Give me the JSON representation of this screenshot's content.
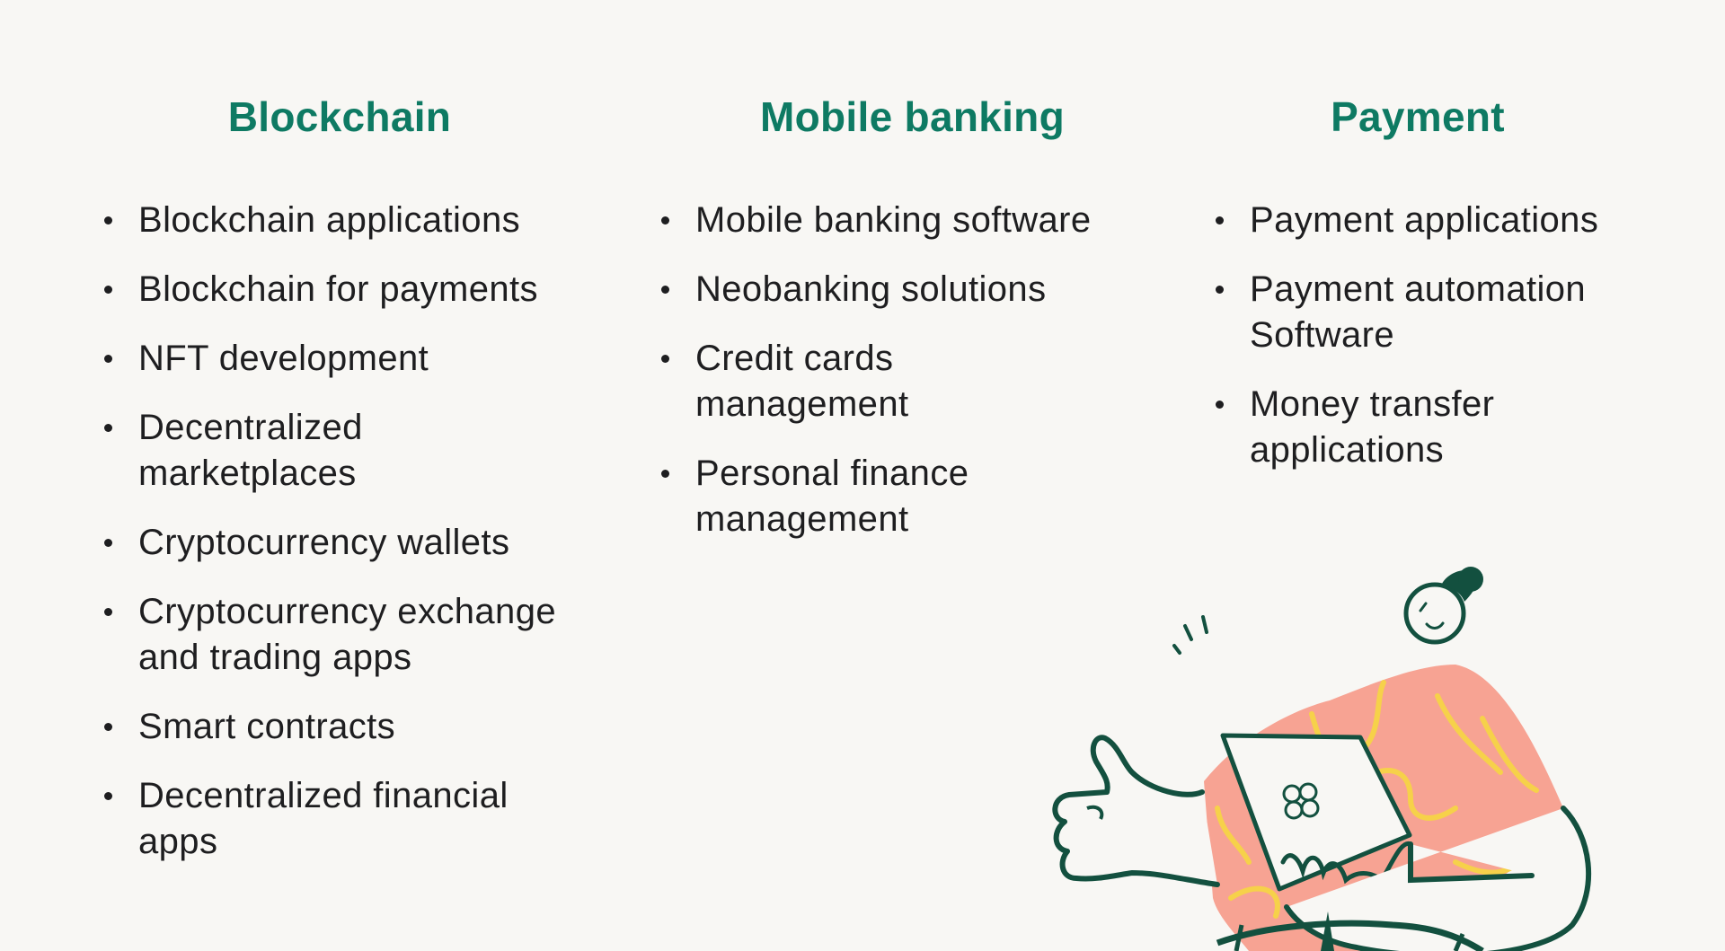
{
  "colors": {
    "background": "#F8F7F4",
    "heading": "#0E7A63",
    "text": "#1E1E20",
    "illustration_outline": "#13503F",
    "illustration_shirt": "#F7A393",
    "illustration_pattern": "#F6D14A"
  },
  "columns": [
    {
      "heading": "Blockchain",
      "items": [
        {
          "lines": [
            "Blockchain applications"
          ]
        },
        {
          "lines": [
            "Blockchain for payments"
          ]
        },
        {
          "lines": [
            "NFT development"
          ]
        },
        {
          "lines": [
            "Decentralized",
            "marketplaces"
          ]
        },
        {
          "lines": [
            "Cryptocurrency wallets"
          ]
        },
        {
          "lines": [
            "Cryptocurrency exchange",
            "and trading apps"
          ]
        },
        {
          "lines": [
            "Smart contracts"
          ]
        },
        {
          "lines": [
            "Decentralized financial",
            "apps"
          ]
        }
      ]
    },
    {
      "heading": "Mobile banking",
      "items": [
        {
          "lines": [
            "Mobile banking software"
          ]
        },
        {
          "lines": [
            "Neobanking solutions"
          ]
        },
        {
          "lines": [
            "Credit cards",
            "management"
          ]
        },
        {
          "lines": [
            "Personal finance",
            "management"
          ]
        }
      ]
    },
    {
      "heading": "Payment",
      "items": [
        {
          "lines": [
            "Payment applications"
          ]
        },
        {
          "lines": [
            "Payment automation",
            "Software"
          ]
        },
        {
          "lines": [
            "Money transfer",
            "applications"
          ]
        }
      ]
    }
  ],
  "illustration": {
    "icon": "person-thumbs-up-with-tablet-illustration",
    "tablet_logo_icon": "four-petal-clover-logo"
  }
}
